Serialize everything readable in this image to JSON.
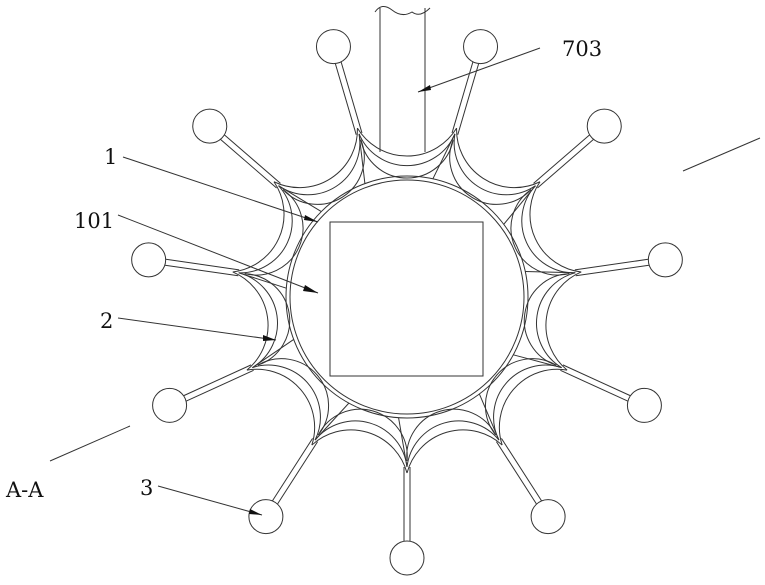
{
  "labels": {
    "shaft": "703",
    "body": "1",
    "cavity": "101",
    "arm": "2",
    "ball": "3",
    "section": "A-A"
  },
  "colors": {
    "line": "#333333",
    "background": "#ffffff"
  }
}
